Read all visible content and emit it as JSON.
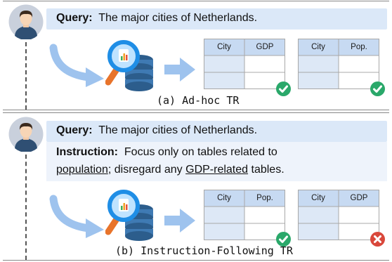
{
  "panel_a": {
    "query_label": "Query:",
    "query_text": "The major cities of Netherlands.",
    "caption": "(a) Ad-hoc TR",
    "tables": [
      {
        "headers": [
          "City",
          "GDP"
        ],
        "status": "check"
      },
      {
        "headers": [
          "City",
          "Pop."
        ],
        "status": "check"
      }
    ]
  },
  "panel_b": {
    "query_label": "Query:",
    "query_text": "The major cities of Netherlands.",
    "instruction_label": "Instruction:",
    "instruction_line1": "Focus only on tables related to",
    "instruction_underline1": "population",
    "instruction_mid": "; disregard any ",
    "instruction_underline2": "GDP-related",
    "instruction_end": " tables.",
    "caption": "(b) Instruction-Following TR",
    "tables": [
      {
        "headers": [
          "City",
          "Pop."
        ],
        "status": "check"
      },
      {
        "headers": [
          "City",
          "GDP"
        ],
        "status": "cross"
      }
    ]
  },
  "colors": {
    "query_bg": "#dbe8f8",
    "table_header": "#c7daf2",
    "table_cell": "#dde8f6",
    "check": "#2aa86a",
    "cross": "#d9483b",
    "arrow": "#9ec3ee"
  },
  "icons": [
    "user-avatar-icon",
    "magnifier-database-icon",
    "check-icon",
    "cross-icon"
  ]
}
